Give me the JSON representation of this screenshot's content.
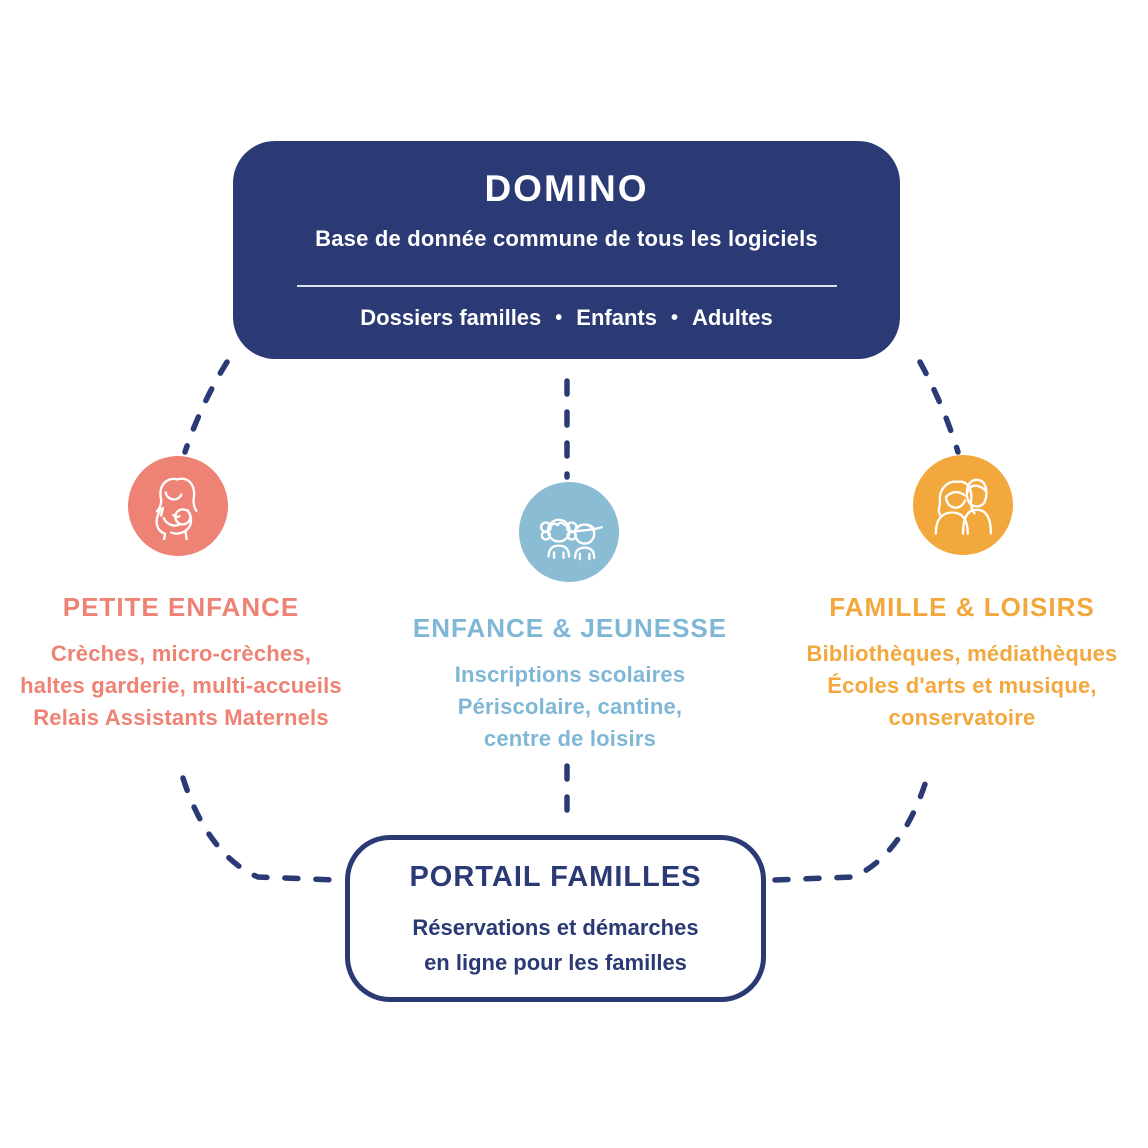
{
  "colors": {
    "navy": "#2B3A75",
    "salmon": "#EE8274",
    "blue": "#7FB7D6",
    "blue_circle": "#8ABCD4",
    "orange": "#F2A83C",
    "white": "#FFFFFF"
  },
  "domino": {
    "title": "DOMINO",
    "subtitle": "Base de donnée commune de tous les logiciels",
    "bullet": "•",
    "items": [
      "Dossiers familles",
      "Enfants",
      "Adultes"
    ]
  },
  "branches": [
    {
      "id": "petite-enfance",
      "icon": "mother-baby-icon",
      "color": "#EE8274",
      "title": "PETITE ENFANCE",
      "lines": [
        "Crèches, micro-crèches,",
        "haltes garderie, multi-accueils",
        "Relais Assistants Maternels"
      ]
    },
    {
      "id": "enfance-jeunesse",
      "icon": "children-icon",
      "color": "#8ABCD4",
      "title": "ENFANCE & JEUNESSE",
      "lines": [
        "Inscriptions scolaires",
        "Périscolaire, cantine,",
        "centre de loisirs"
      ]
    },
    {
      "id": "famille-loisirs",
      "icon": "adults-couple-icon",
      "color": "#F2A83C",
      "title": "FAMILLE & LOISIRS",
      "lines": [
        "Bibliothèques, médiathèques",
        "Écoles d'arts et musique,",
        "conservatoire"
      ]
    }
  ],
  "portal": {
    "title": "PORTAIL FAMILLES",
    "lines": [
      "Réservations et démarches",
      "en ligne pour les familles"
    ]
  }
}
